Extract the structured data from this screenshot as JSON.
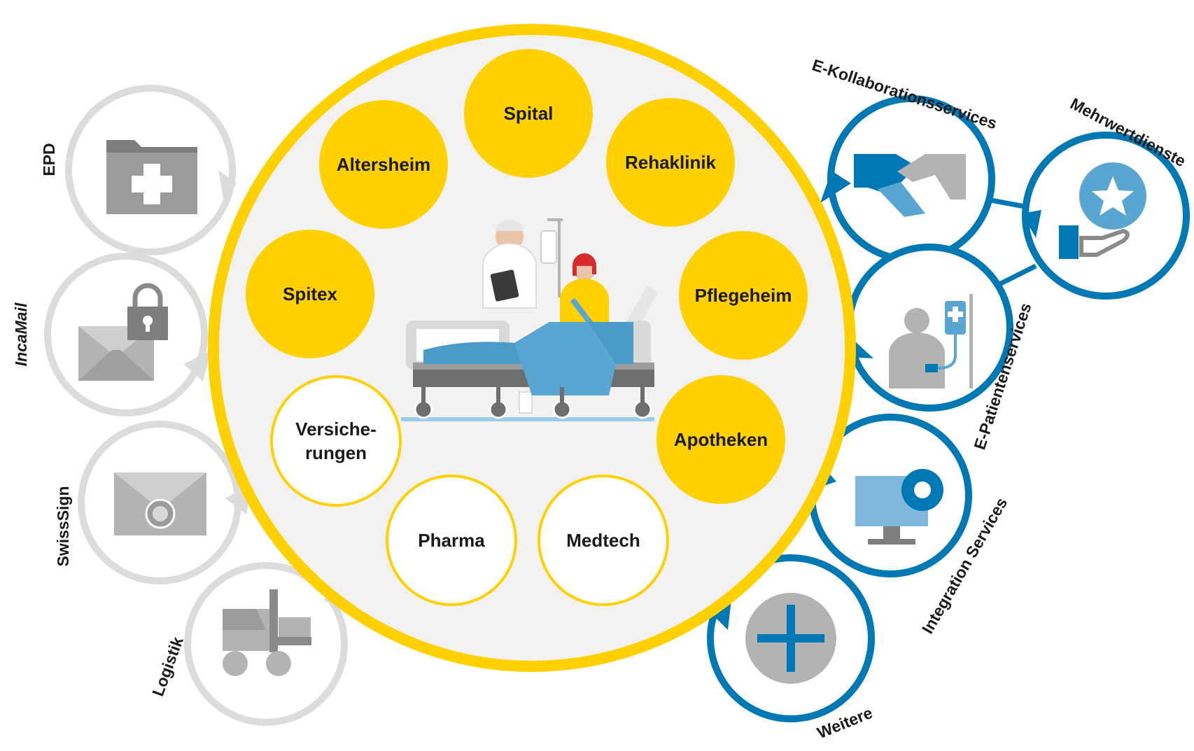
{
  "center": {
    "stakeholders_filled": {
      "spital": "Spital",
      "rehaklinik": "Rehaklinik",
      "altersheim": "Altersheim",
      "spitex": "Spitex",
      "pflegeheim": "Pflegeheim",
      "apotheken": "Apotheken"
    },
    "stakeholders_outline": {
      "versicherungen_line1": "Versiche-",
      "versicherungen_line2": "rungen",
      "pharma": "Pharma",
      "medtech": "Medtech"
    }
  },
  "left_services": {
    "epd": "EPD",
    "incamail": "IncaMail",
    "swisssign": "SwissSign",
    "logistik": "Logistik"
  },
  "right_services": {
    "e_kollaboration": "E-Kollaborationsservices",
    "mehrwert": "Mehrwertdienste",
    "e_patienten": "E-Patientenservices",
    "integration": "Integration Services",
    "weitere": "Weitere"
  },
  "colors": {
    "yellow": "#FFD100",
    "blue": "#0078B4",
    "light_blue": "#5AA6D2",
    "grey_ring": "#DCDCDC",
    "grey_icon": "#9B9B9B",
    "center_fill": "#F3F2F1"
  }
}
